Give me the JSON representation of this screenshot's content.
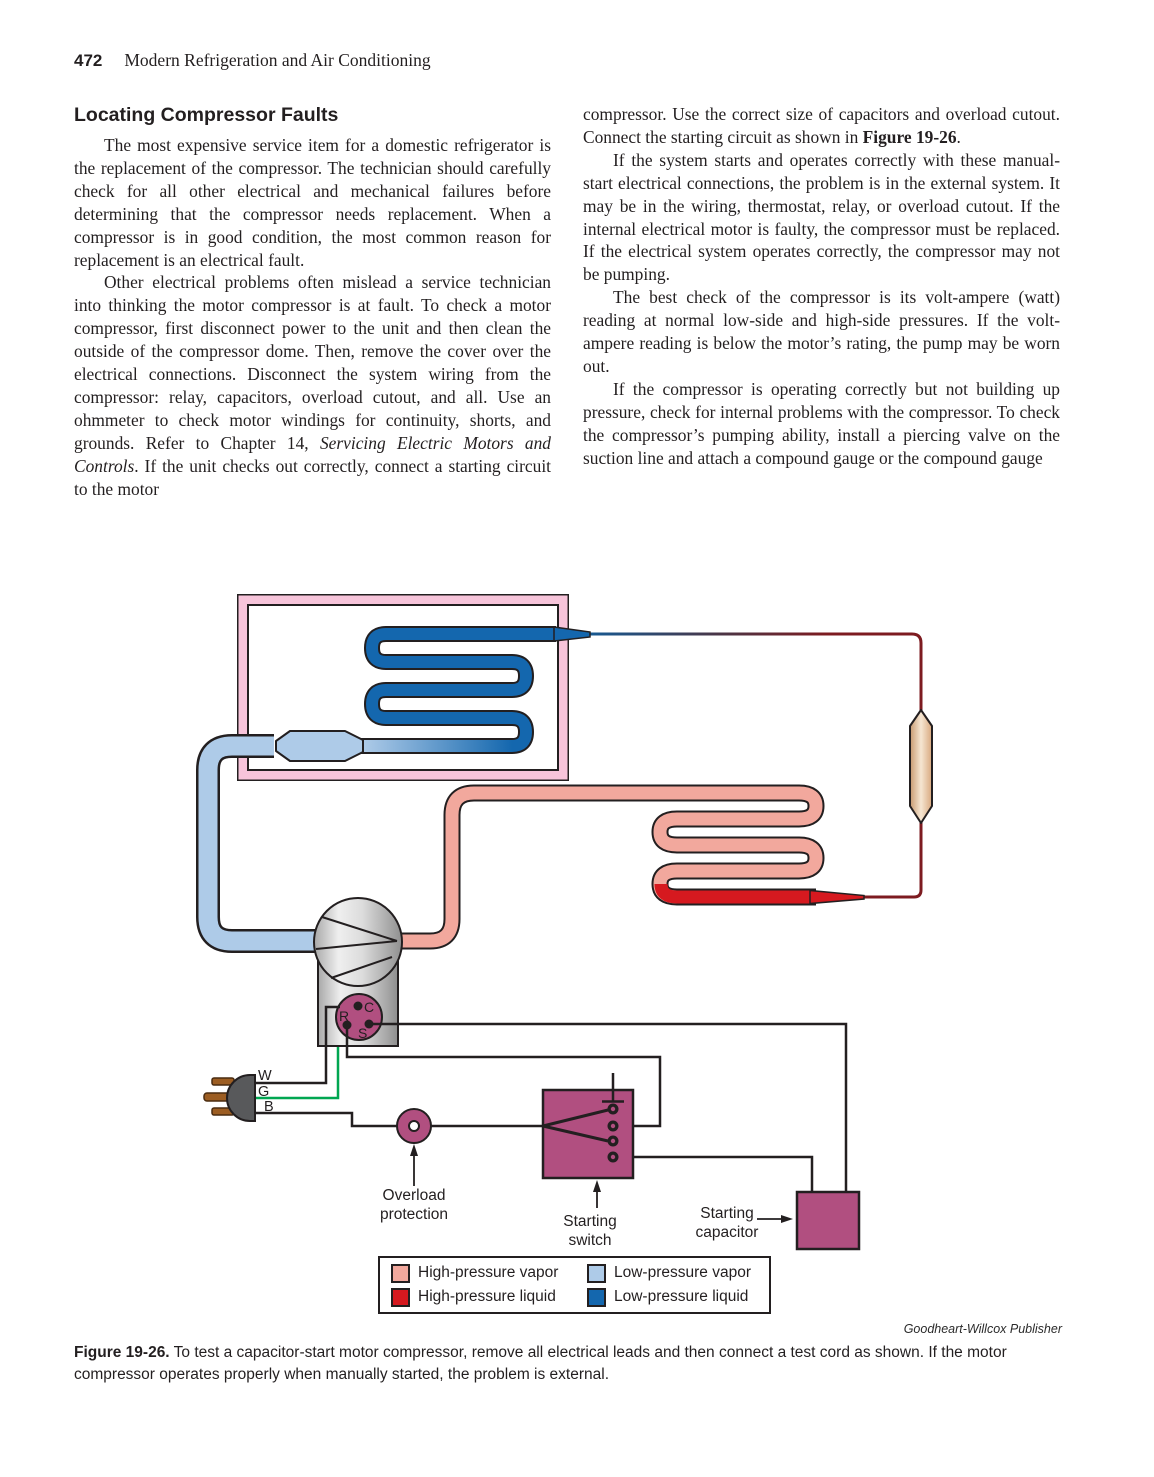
{
  "page": {
    "number": "472",
    "book_title": "Modern Refrigeration and Air Conditioning"
  },
  "article": {
    "heading": "Locating Compressor Faults",
    "left_column": {
      "p1": "The most expensive service item for a domestic refrigerator is the replacement of the compressor. The technician should carefully check for all other electrical and mechanical failures before determining that the compressor needs replacement. When a compressor is in good condition, the most common reason for replacement is an electrical fault.",
      "p2a": "Other electrical problems often mislead a service technician into thinking the motor compressor is at fault. To check a motor compressor, first disconnect power to the unit and then clean the outside of the compressor dome. Then, remove the cover over the electrical connections. Disconnect the system wiring from the compressor: relay, capacitors, overload cutout, and all. Use an ohmmeter to check motor windings for continuity, shorts, and grounds. Refer to Chapter 14, ",
      "p2b": "Servicing Electric Motors and Controls",
      "p2c": ". If the unit checks out correctly, connect a starting circuit to the motor"
    },
    "right_column": {
      "p1a": "compressor. Use the correct size of capacitors and overload cutout. Connect the starting circuit as shown in ",
      "p1b": "Figure 19-26",
      "p1c": ".",
      "p2": "If the system starts and operates correctly with these manual-start electrical connections, the problem is in the external system. It may be in the wiring, thermostat, relay, or overload cutout. If the internal electrical motor is faulty, the compressor must be replaced. If the electrical system operates correctly, the compressor may not be pumping.",
      "p3": "The best check of the compressor is its volt-ampere (watt) reading at normal low-side and high-side pressures. If the volt-ampere reading is below the motor’s rating, the pump may be worn out.",
      "p4": "If the compressor is operating correctly but not building up pressure, check for internal problems with the compressor. To check the compressor’s pumping ability, install a piercing valve on the suction line and attach a compound gauge or the compound gauge"
    }
  },
  "figure": {
    "labels": {
      "overload_line1": "Overload",
      "overload_line2": "protection",
      "switch_line1": "Starting",
      "switch_line2": "switch",
      "capacitor_line1": "Starting",
      "capacitor_line2": "capacitor",
      "wire_w": "W",
      "wire_g": "G",
      "wire_b": "B",
      "terminal_c": "C",
      "terminal_r": "R",
      "terminal_s": "S"
    },
    "legend": {
      "items": [
        {
          "label": "High-pressure vapor",
          "color": "#f2a89d"
        },
        {
          "label": "Low-pressure vapor",
          "color": "#aecbe8"
        },
        {
          "label": "High-pressure liquid",
          "color": "#d6191f"
        },
        {
          "label": "Low-pressure liquid",
          "color": "#1467ae"
        }
      ]
    },
    "credit": "Goodheart-Willcox Publisher",
    "caption_bold": "Figure 19-26.",
    "caption_rest": " To test a capacitor-start motor compressor, remove all electrical leads and then connect a test cord as shown. If the motor compressor operates properly when manually started, the problem is external."
  },
  "colors": {
    "high_pressure_vapor": "#f2a89d",
    "high_pressure_liquid": "#d6191f",
    "low_pressure_vapor": "#aecbe8",
    "low_pressure_liquid": "#1467ae",
    "component_magenta": "#b14f80",
    "ground_wire_green": "#00a651",
    "evaporator_frame_pink": "#f7c4da",
    "drier_tan": "#e7c49c"
  }
}
